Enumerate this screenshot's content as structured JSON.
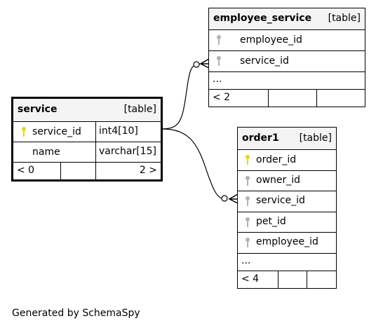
{
  "tables": {
    "employee_service": {
      "name": "employee_service",
      "type": "[table]",
      "columns": [
        {
          "name": "employee_id",
          "key": "foreign"
        },
        {
          "name": "service_id",
          "key": "foreign"
        }
      ],
      "ellipsis": "...",
      "footer": {
        "left": "< 2",
        "mid": "",
        "right": ""
      }
    },
    "service": {
      "name": "service",
      "type": "[table]",
      "columns": [
        {
          "name": "service_id",
          "data_type": "int4[10]",
          "key": "primary"
        },
        {
          "name": "name",
          "data_type": "varchar[15]",
          "key": "none"
        }
      ],
      "footer": {
        "left": "< 0",
        "mid": "",
        "right": "2 >"
      }
    },
    "order1": {
      "name": "order1",
      "type": "[table]",
      "columns": [
        {
          "name": "order_id",
          "key": "primary"
        },
        {
          "name": "owner_id",
          "key": "foreign"
        },
        {
          "name": "service_id",
          "key": "foreign"
        },
        {
          "name": "pet_id",
          "key": "foreign"
        },
        {
          "name": "employee_id",
          "key": "foreign"
        }
      ],
      "ellipsis": "...",
      "footer": {
        "left": "< 4",
        "mid": "",
        "right": ""
      }
    }
  },
  "colors": {
    "primary_key": "#e8d900",
    "foreign_key": "#b3b3b3",
    "header_bg": "#f4f4f4",
    "line": "#000000"
  },
  "footer_text": "Generated by SchemaSpy"
}
